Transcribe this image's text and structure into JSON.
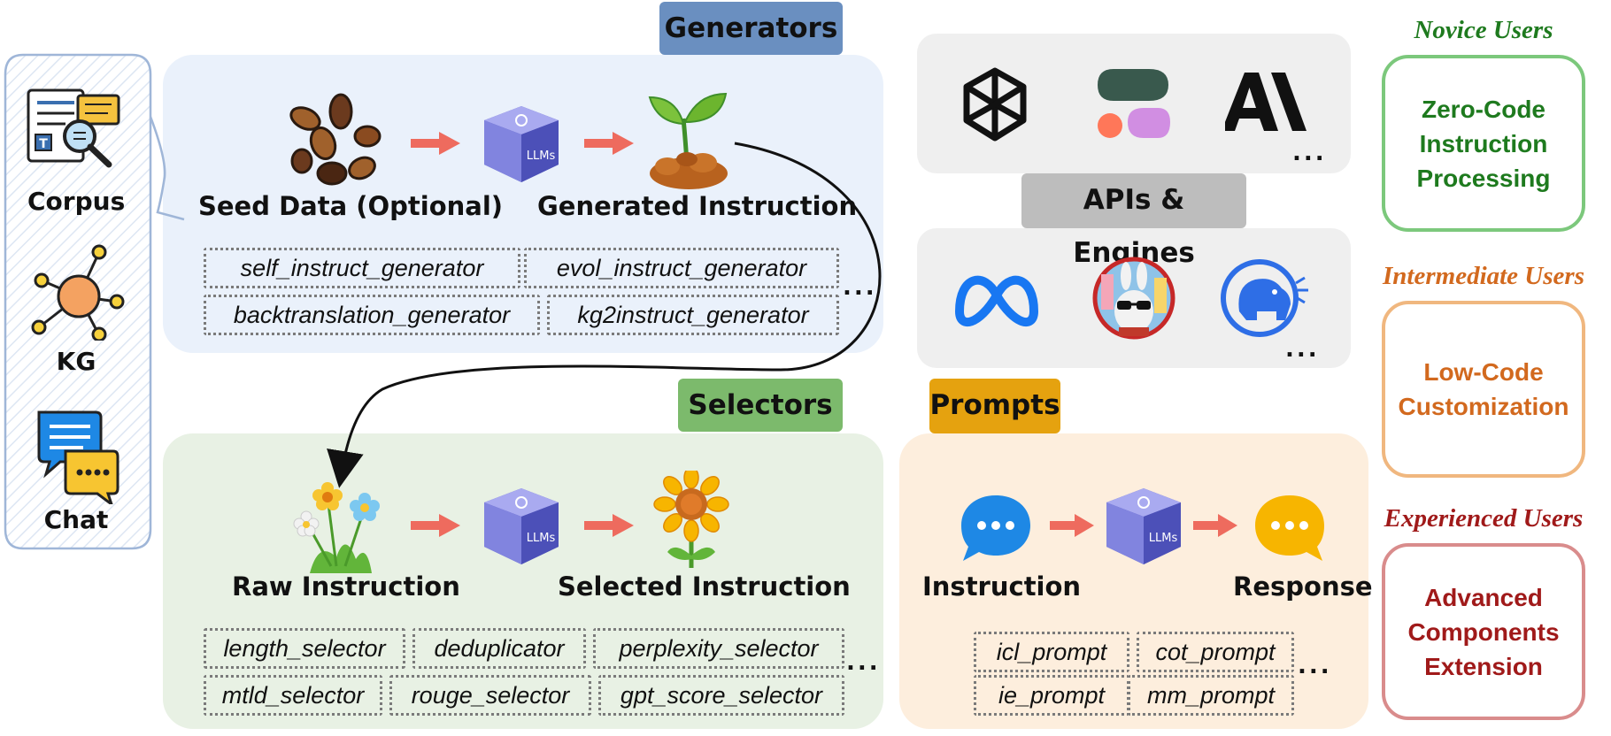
{
  "sources": {
    "corpus": "Corpus",
    "kg": "KG",
    "chat": "Chat"
  },
  "generators": {
    "title": "Generators",
    "seed_label": "Seed Data (Optional)",
    "generated_label": "Generated Instruction",
    "llm_label": "LLMs",
    "chips": [
      "self_instruct_generator",
      "evol_instruct_generator",
      "backtranslation_generator",
      "kg2instruct_generator"
    ],
    "more": "..."
  },
  "selectors": {
    "title": "Selectors",
    "raw_label": "Raw Instruction",
    "selected_label": "Selected Instruction",
    "llm_label": "LLMs",
    "chips": [
      "length_selector",
      "deduplicator",
      "perplexity_selector",
      "mtld_selector",
      "rouge_selector",
      "gpt_score_selector"
    ],
    "more": "..."
  },
  "apis": {
    "title": "APIs & Engines",
    "more_top": "...",
    "more_bottom": "...",
    "icons": [
      "openai-icon",
      "cohere-icon",
      "anthropic-icon",
      "meta-icon",
      "llama-cpp-icon",
      "ollama-icon"
    ]
  },
  "prompts": {
    "title": "Prompts",
    "instruction_label": "Instruction",
    "response_label": "Response",
    "llm_label": "LLMs",
    "chips": [
      "icl_prompt",
      "cot_prompt",
      "ie_prompt",
      "mm_prompt"
    ],
    "more": "..."
  },
  "users": {
    "novice": {
      "title": "Novice Users",
      "box": "Zero-Code Instruction Processing",
      "color": "#1e7a1e"
    },
    "intermediate": {
      "title": "Intermediate Users",
      "box": "Low-Code Customization",
      "color": "#d2691e"
    },
    "experienced": {
      "title": "Experienced Users",
      "box": "Advanced Components Extension",
      "color": "#a01a1a"
    }
  },
  "colors": {
    "generators_bg": "#eaf1fb",
    "generators_tag": "#6a8fc0",
    "selectors_bg": "#e8f1e4",
    "selectors_tag": "#7cba6c",
    "prompts_bg": "#fdeedd",
    "prompts_tag": "#e5a20f",
    "apis_bg": "#efefef",
    "apis_tag": "#bdbdbd",
    "arrow": "#ee6b5e"
  }
}
